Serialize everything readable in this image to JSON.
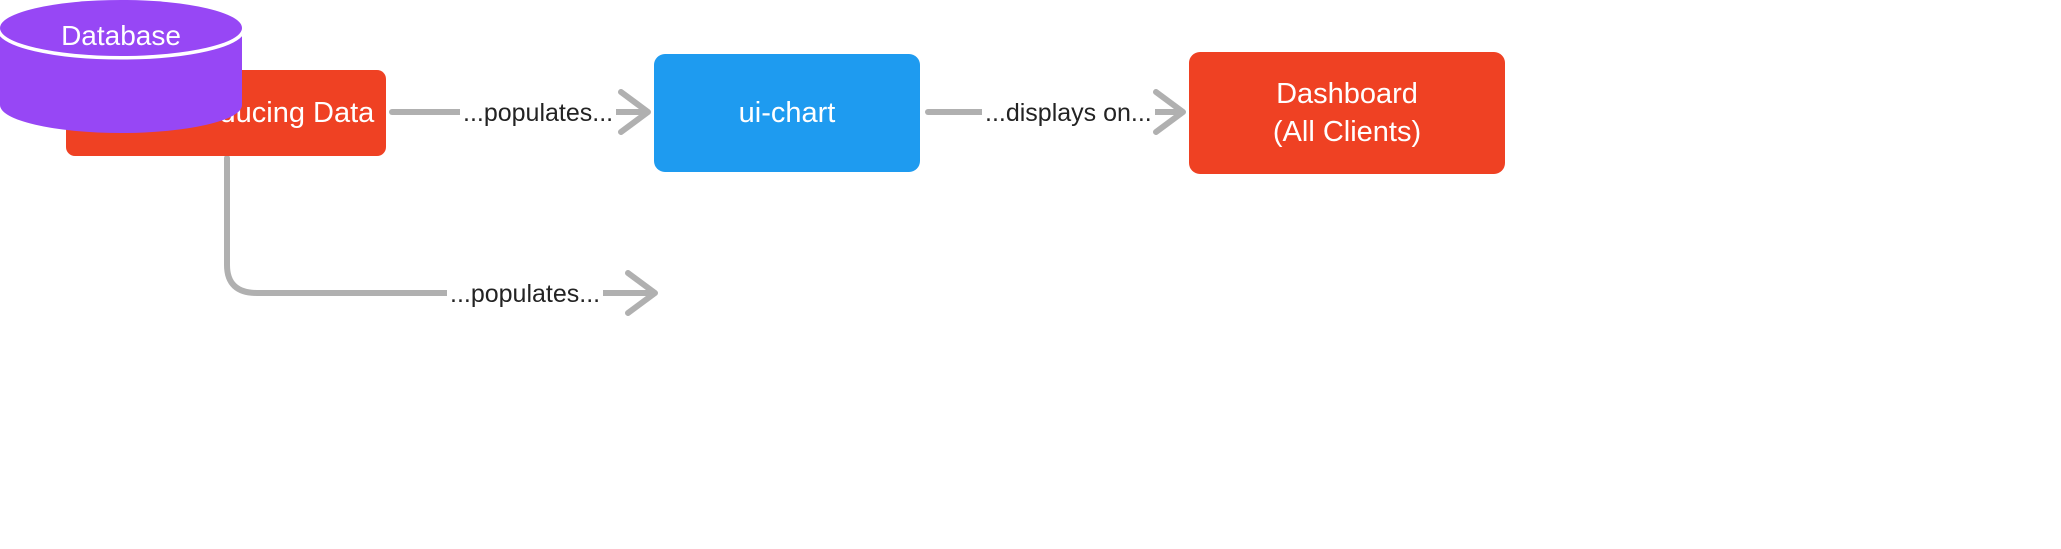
{
  "diagram": {
    "type": "flowchart",
    "background": "#ffffff",
    "nodes": [
      {
        "id": "device",
        "label": "Device Producing Data",
        "shape": "rounded-rect",
        "color": "#ef4123",
        "text_color": "#ffffff"
      },
      {
        "id": "uichart",
        "label": "ui-chart",
        "shape": "rounded-rect",
        "color": "#1e9bf0",
        "text_color": "#ffffff"
      },
      {
        "id": "dashboard",
        "label": "Dashboard\n(All Clients)",
        "line1": "Dashboard",
        "line2": "(All Clients)",
        "shape": "rounded-rect",
        "color": "#ef4123",
        "text_color": "#ffffff"
      },
      {
        "id": "database",
        "label": "Database",
        "shape": "cylinder",
        "color": "#9747f5",
        "text_color": "#ffffff"
      }
    ],
    "edges": [
      {
        "id": "device-to-uichart",
        "from": "device",
        "to": "uichart",
        "label": "...populates...",
        "color": "#b0b0b0",
        "arrow": "open"
      },
      {
        "id": "uichart-to-dashboard",
        "from": "uichart",
        "to": "dashboard",
        "label": "...displays on...",
        "color": "#b0b0b0",
        "arrow": "open"
      },
      {
        "id": "device-to-database",
        "from": "device",
        "to": "database",
        "label": "...populates...",
        "color": "#b0b0b0",
        "arrow": "open"
      }
    ]
  }
}
